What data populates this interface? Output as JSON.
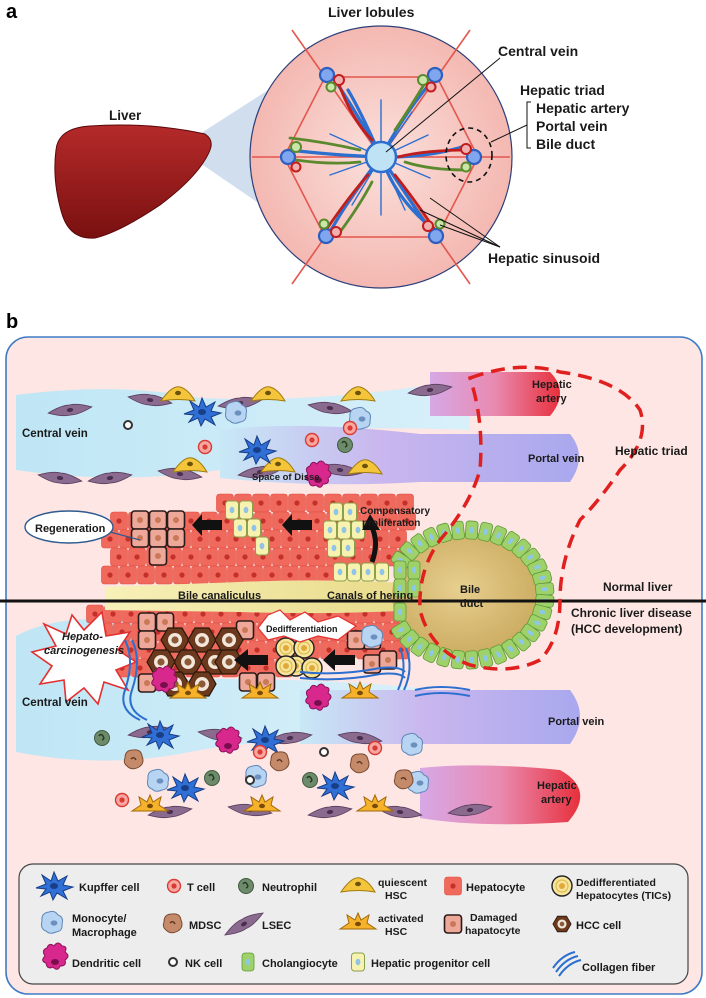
{
  "panel_a": {
    "letter": "a",
    "liver": "Liver",
    "lobules": "Liver lobules",
    "central_vein": "Central vein",
    "hepatic_triad": "Hepatic triad",
    "hepatic_artery": "Hepatic artery",
    "portal_vein": "Portal vein",
    "bile_duct": "Bile duct",
    "hepatic_sinusoid": "Hepatic sinusoid"
  },
  "panel_b": {
    "letter": "b",
    "central_vein_top": "Central vein",
    "central_vein_bottom": "Central vein",
    "hepatic_artery_top_1": "Hepatic",
    "hepatic_artery_top_2": "artery",
    "portal_vein_top": "Portal vein",
    "hepatic_triad": "Hepatic triad",
    "space_of_disse": "Space of Disse",
    "compensatory_1": "Compensatory",
    "compensatory_2": "proliferation",
    "regeneration": "Regeneration",
    "bile_canaliculus": "Bile canaliculus",
    "canals_of_hering": "Canals of hering",
    "bile_duct_1": "Bile",
    "bile_duct_2": "duct",
    "normal_liver": "Normal liver",
    "chronic_1": "Chronic liver disease",
    "chronic_2": "(HCC development)",
    "hepato_1": "Hepato-",
    "hepato_2": "carcinogenesis",
    "dedifferentiation": "Dedifferentiation",
    "portal_vein_bottom": "Portal vein",
    "hepatic_artery_bottom_1": "Hepatic",
    "hepatic_artery_bottom_2": "artery"
  },
  "legend": {
    "kupffer": "Kupffer cell",
    "tcell": "T cell",
    "neutrophil": "Neutrophil",
    "quiescent_1": "quiescent",
    "quiescent_2": "HSC",
    "hepatocyte": "Hepatocyte",
    "dediff_1": "Dedifferentiated",
    "dediff_2": "Hepatocytes (TICs)",
    "monocyte_1": "Monocyte/",
    "monocyte_2": "Macrophage",
    "mdsc": "MDSC",
    "lsec": "LSEC",
    "activated_1": "activated",
    "activated_2": "HSC",
    "damaged_1": "Damaged",
    "damaged_2": "hapatocyte",
    "hcc": "HCC cell",
    "dendritic": "Dendritic cell",
    "nk": "NK cell",
    "cholangiocyte": "Cholangiocyte",
    "progenitor": "Hepatic progenitor cell",
    "collagen": "Collagen fiber"
  },
  "colors": {
    "liver": "#9b1b1b",
    "lobule_bg": "#f7c9c4",
    "panel_b_bg": "#fde6e4",
    "central_vein": "#bfe6f5",
    "portal": "#b9b6ef",
    "artery": "#e8404a",
    "hepatocyte": "#ef6a5d",
    "cholangiocyte": "#9fd16b",
    "bile_duct": "#d4b877",
    "triad_dash": "#e0201e"
  }
}
